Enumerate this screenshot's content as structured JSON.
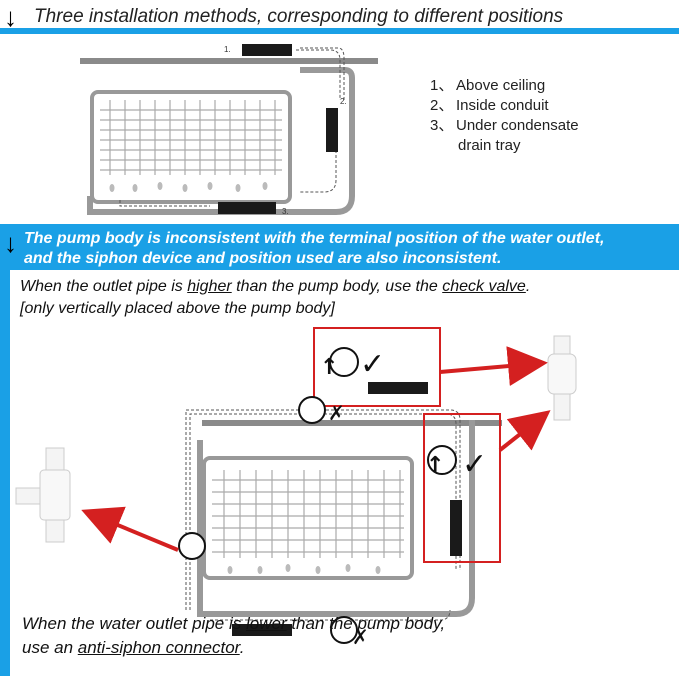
{
  "section1": {
    "title": "Three installation methods, corresponding to different positions",
    "legend": [
      {
        "num": "1、",
        "text": "Above ceiling"
      },
      {
        "num": "2、",
        "text": "Inside conduit"
      },
      {
        "num": "3、",
        "text": "Under condensate"
      },
      {
        "num": "",
        "text": "drain tray"
      }
    ],
    "markers": [
      "1.",
      "2.",
      "3."
    ]
  },
  "section2": {
    "title_line1": "The pump body is inconsistent with the terminal position of the water outlet,",
    "title_line2": "and the siphon device and position used are also inconsistent.",
    "higher_note": {
      "pre": "When the outlet pipe is ",
      "em1": "higher",
      "mid": " than the pump body, use the ",
      "em2": "check valve",
      "post": ".",
      "line2": "[only vertically placed above the pump body]"
    },
    "lower_note": {
      "pre": "When the water outlet pipe is ",
      "em1": "lower",
      "mid": " than the pump body,",
      "line2_pre": "use an ",
      "em2": "anti-siphon connector",
      "post": "."
    }
  },
  "colors": {
    "accent_blue": "#1aa0e6",
    "highlight_red": "#d42020",
    "pipe_gray": "#8a8a8a"
  }
}
